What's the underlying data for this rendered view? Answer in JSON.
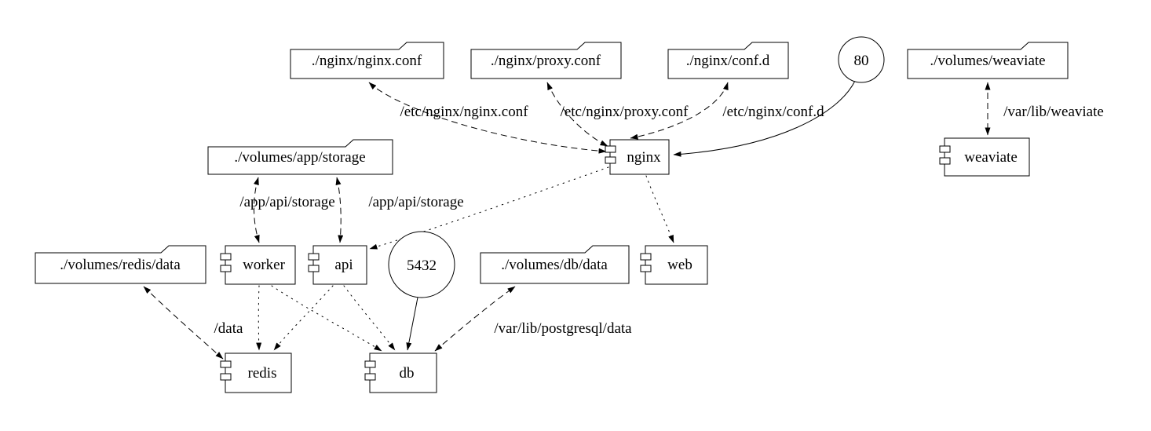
{
  "diagram": {
    "colors": {
      "stroke": "#000000",
      "background": "#ffffff"
    },
    "nodes": {
      "nginx_conf": {
        "label": "./nginx/nginx.conf",
        "shape": "folder"
      },
      "proxy_conf": {
        "label": "./nginx/proxy.conf",
        "shape": "folder"
      },
      "conf_d": {
        "label": "./nginx/conf.d",
        "shape": "folder"
      },
      "port_80": {
        "label": "80",
        "shape": "circle"
      },
      "volumes_weaviate": {
        "label": "./volumes/weaviate",
        "shape": "folder"
      },
      "volumes_app_storage": {
        "label": "./volumes/app/storage",
        "shape": "folder"
      },
      "nginx": {
        "label": "nginx",
        "shape": "component"
      },
      "weaviate": {
        "label": "weaviate",
        "shape": "component"
      },
      "volumes_redis_data": {
        "label": "./volumes/redis/data",
        "shape": "folder"
      },
      "worker": {
        "label": "worker",
        "shape": "component"
      },
      "api": {
        "label": "api",
        "shape": "component"
      },
      "port_5432": {
        "label": "5432",
        "shape": "circle"
      },
      "volumes_db_data": {
        "label": "./volumes/db/data",
        "shape": "folder"
      },
      "web": {
        "label": "web",
        "shape": "component"
      },
      "redis": {
        "label": "redis",
        "shape": "component"
      },
      "db": {
        "label": "db",
        "shape": "component"
      }
    },
    "edge_labels": {
      "nginx_conf_mount": "/etc/nginx/nginx.conf",
      "proxy_conf_mount": "/etc/nginx/proxy.conf",
      "conf_d_mount": "/etc/nginx/conf.d",
      "weaviate_mount": "/var/lib/weaviate",
      "worker_storage_mount": "/app/api/storage",
      "api_storage_mount": "/app/api/storage",
      "redis_mount": "/data",
      "db_mount": "/var/lib/postgresql/data"
    }
  }
}
